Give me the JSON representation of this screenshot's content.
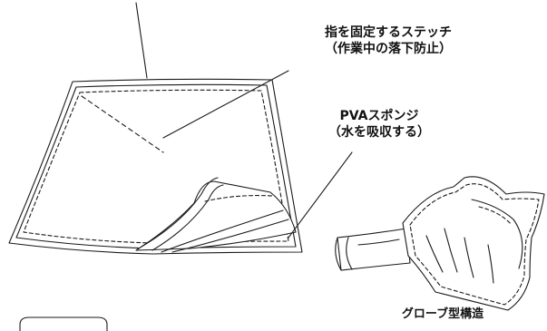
{
  "labels": {
    "stitch": {
      "line1": "指を固定するステッチ",
      "line2": "（作業中の落下防止）"
    },
    "sponge": {
      "line1": "PVAスポンジ",
      "line2": "（水を吸収する）"
    },
    "glove": "グローブ型構造"
  },
  "colors": {
    "stroke": "#1a1a1a",
    "fill": "#ffffff"
  }
}
